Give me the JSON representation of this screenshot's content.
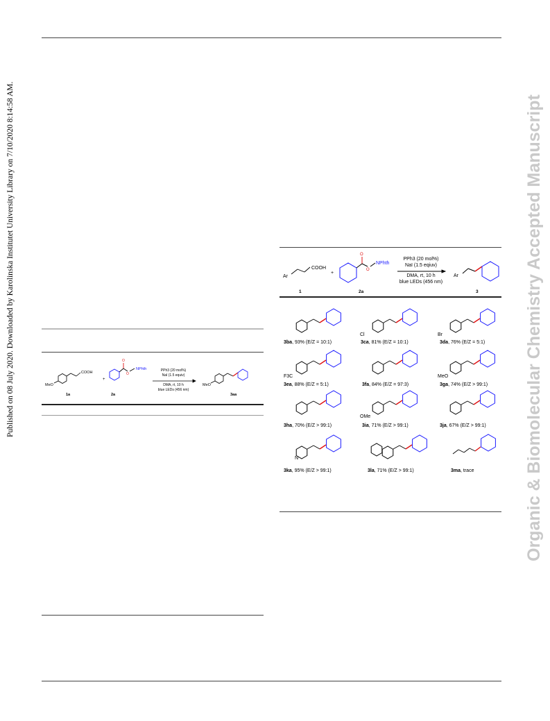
{
  "sidebar_left": "Published on 08 July 2020. Downloaded by Karolinska Institutet University Library on 7/10/2020 8:14:58 AM.",
  "sidebar_right": "Organic & Biomolecular Chemistry Accepted Manuscript",
  "left_scheme": {
    "acid_group": "COOH",
    "substituent": "MeO",
    "ester_group": "NPhth",
    "ester_o": "O",
    "carbonyl_o": "O",
    "plus": "+",
    "reagent_line1": "PPh3 (20 mol%)",
    "reagent_line2": "NaI (1.5 equiv)",
    "condition_line1": "DMA, rt, 10 h",
    "condition_line2": "blue LEDs (456 nm)",
    "label_acid": "1a",
    "label_ester": "2a",
    "label_product": "3aa"
  },
  "right_scheme": {
    "aryl": "Ar",
    "acid_group": "COOH",
    "ester_group": "NPhth",
    "ester_o": "O",
    "carbonyl_o": "O",
    "plus": "+",
    "reagent_line1": "PPh3 (20 mol%)",
    "reagent_line2": "NaI (1.5 eqiuv)",
    "condition_line1": "DMA, rt, 10 h",
    "condition_line2": "blue LEDs (456 nm)",
    "label_acid": "1",
    "label_ester": "2a",
    "label_product": "3"
  },
  "products": [
    {
      "id": "3ba",
      "text": ", 93% (E/Z = 10:1)",
      "sub": ""
    },
    {
      "id": "3ca",
      "text": ", 81% (E/Z = 10:1)",
      "sub": "Cl"
    },
    {
      "id": "3da",
      "text": ", 76% (E/Z = 5:1)",
      "sub": "Br"
    },
    {
      "id": "3ea",
      "text": ", 88% (E/Z = 5:1)",
      "sub": "F3C"
    },
    {
      "id": "3fa",
      "text": ", 84% (E/Z = 97:3)",
      "sub": ""
    },
    {
      "id": "3ga",
      "text": ", 74% (E/Z > 99:1)",
      "sub": "MeO"
    },
    {
      "id": "3ha",
      "text": ", 70% (E/Z > 99:1)",
      "sub": ""
    },
    {
      "id": "3ia",
      "text": ", 71% (E/Z > 99:1)",
      "sub": "OMe"
    },
    {
      "id": "3ja",
      "text": ", 67% (E/Z > 99:1)",
      "sub": ""
    },
    {
      "id": "3ka",
      "text": ", 95% (E/Z > 99:1)",
      "sub": "N"
    },
    {
      "id": "3la",
      "text": ", 71% (E/Z > 99:1)",
      "sub": ""
    },
    {
      "id": "3ma",
      "text": ", trace",
      "sub": ""
    }
  ],
  "colors": {
    "bond_red": "#e01010",
    "ring_blue": "#1a1aff",
    "nphth_blue": "#1a1aff",
    "rule": "#444444",
    "watermark": "#c9c9c9"
  }
}
